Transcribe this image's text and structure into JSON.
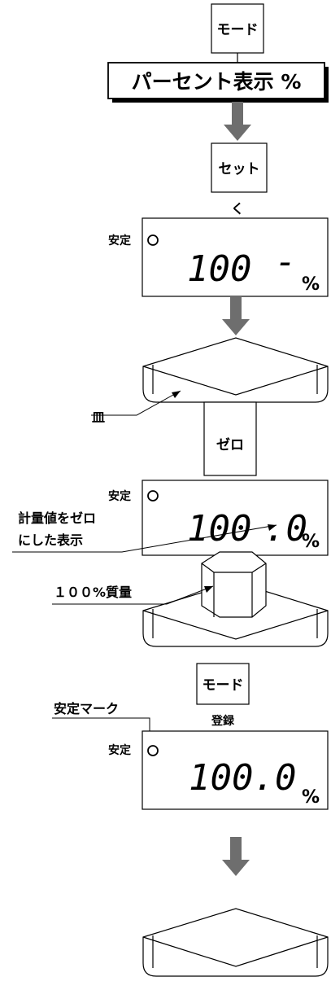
{
  "mode_label": "モード",
  "banner_text": "パーセント表示 %",
  "set_label": "セット",
  "set_caption": "く",
  "stable_label": "安定",
  "display1": {
    "digits": "100",
    "dash": "-",
    "unit": "%"
  },
  "pan_label": "皿",
  "zero_label": "ゼロ",
  "display2": {
    "digits": "100",
    "decimal": ".0",
    "unit": "%"
  },
  "zero_note": [
    "計量値をゼロ",
    "にした表示"
  ],
  "mass_label": "１００%質量",
  "mode2_label": "モード",
  "register_label": "登録",
  "stable_mark_label": "安定マーク",
  "display3": {
    "digits": "100.0",
    "unit": "%"
  },
  "colors": {
    "arrow": "#6e6e6e",
    "line": "#000000",
    "background": "#ffffff"
  }
}
